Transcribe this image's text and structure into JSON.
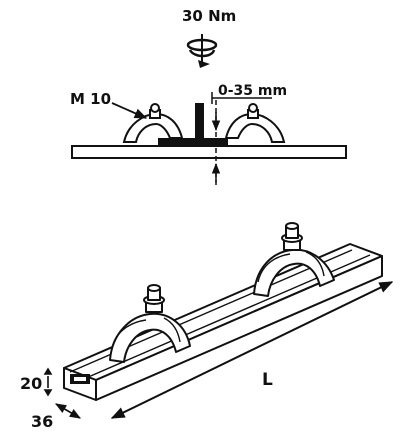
{
  "labels": {
    "torque": "30 Nm",
    "bolt": "M 10",
    "gap": "0-35 mm",
    "length": "L",
    "height": "20",
    "width": "36"
  },
  "icons": {
    "rotation": "rotation-arrow-icon"
  }
}
